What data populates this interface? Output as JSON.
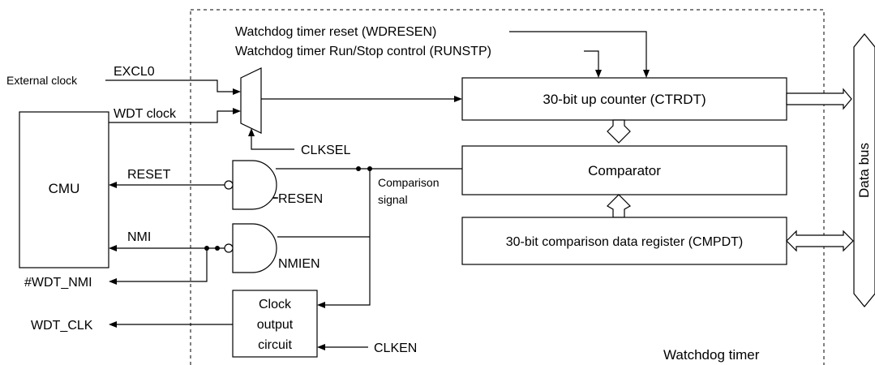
{
  "block": {
    "title": "Watchdog timer"
  },
  "controls": {
    "wdresen": "Watchdog timer reset (WDRESEN)",
    "runstp": "Watchdog timer Run/Stop control (RUNSTP)",
    "clksel": "CLKSEL",
    "resen": "RESEN",
    "nmien": "NMIEN",
    "clken": "CLKEN"
  },
  "inputs": {
    "external_clock": "External clock",
    "excl0": "EXCL0",
    "wdt_clock": "WDT clock"
  },
  "cmu": {
    "label": "CMU",
    "reset": "RESET",
    "nmi": "NMI"
  },
  "outputs": {
    "wdt_nmi": "#WDT_NMI",
    "wdt_clk": "WDT_CLK"
  },
  "blocks": {
    "counter": "30-bit up counter (CTRDT)",
    "comparator": "Comparator",
    "cmp_register": "30-bit comparison data register (CMPDT)",
    "clock_out_1": "Clock",
    "clock_out_2": "output",
    "clock_out_3": "circuit"
  },
  "signals": {
    "comparison_1": "Comparison",
    "comparison_2": "signal"
  },
  "bus": {
    "label": "Data bus"
  }
}
